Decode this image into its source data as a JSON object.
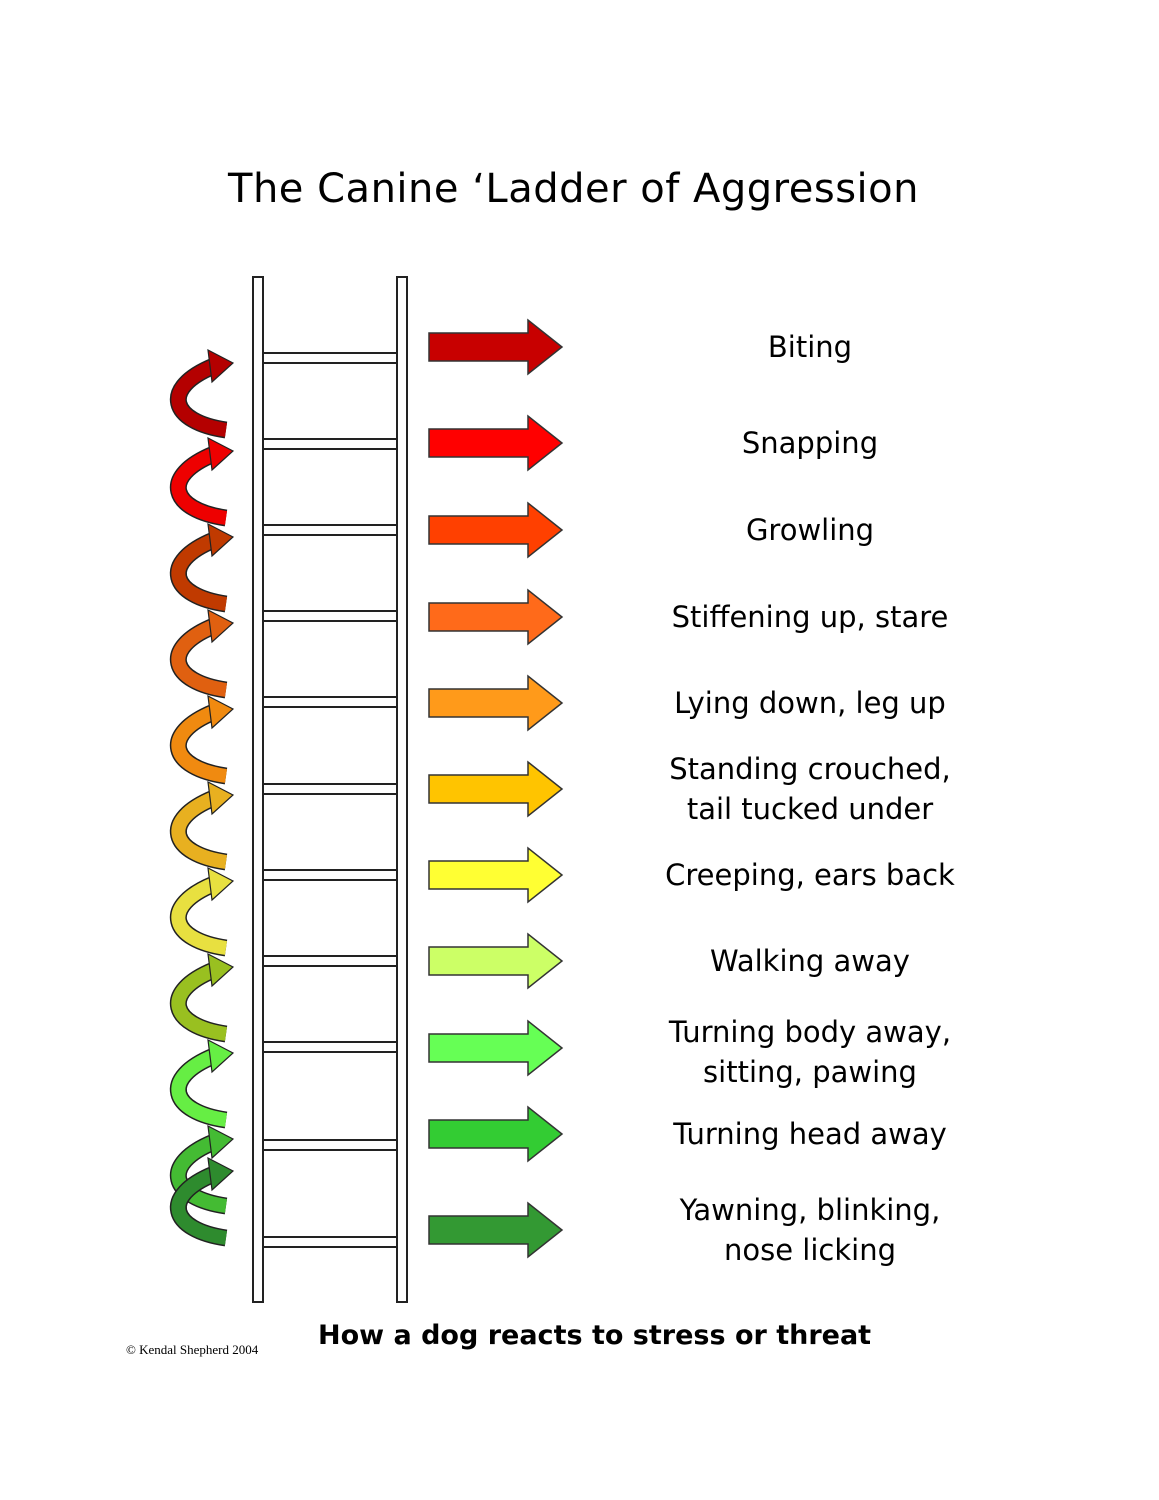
{
  "title": "The Canine ‘Ladder of Aggression",
  "steps": [
    {
      "lines": [
        "Biting"
      ],
      "color": "#c80000"
    },
    {
      "lines": [
        "Snapping"
      ],
      "color": "#ff0000"
    },
    {
      "lines": [
        "Growling"
      ],
      "color": "#ff4000"
    },
    {
      "lines": [
        "Stiffening up, stare"
      ],
      "color": "#ff6a1a"
    },
    {
      "lines": [
        "Lying down, leg up"
      ],
      "color": "#ff9a1a"
    },
    {
      "lines": [
        "Standing crouched,",
        "tail tucked under"
      ],
      "color": "#ffc400"
    },
    {
      "lines": [
        "Creeping, ears back"
      ],
      "color": "#ffff33"
    },
    {
      "lines": [
        "Walking away"
      ],
      "color": "#ccff66"
    },
    {
      "lines": [
        "Turning body away,",
        "sitting, pawing"
      ],
      "color": "#66ff55"
    },
    {
      "lines": [
        "Turning head away"
      ],
      "color": "#33cc33"
    },
    {
      "lines": [
        "Yawning, blinking,",
        "nose licking"
      ],
      "color": "#339933"
    }
  ],
  "curve_colors": [
    "#b40000",
    "#ee0000",
    "#c03a00",
    "#e06010",
    "#f08a10",
    "#e8b020",
    "#e8e040",
    "#99c020",
    "#66ee44",
    "#44bb33",
    "#2e8b2e"
  ],
  "caption": "How a dog reacts to stress or threat",
  "copyright": "© Kendal Shepherd 2004"
}
